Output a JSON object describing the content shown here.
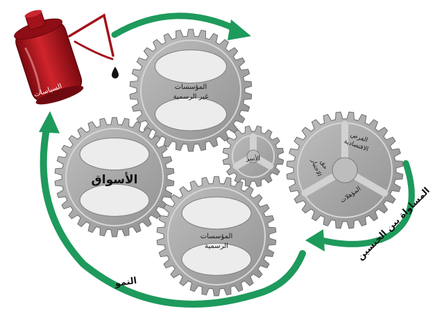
{
  "diagram": {
    "oil_can": {
      "label": "السياسات"
    },
    "gears": {
      "informal": {
        "line1": "المؤسسات",
        "line2": "غير الرسمية"
      },
      "markets": {
        "label": "الأسواق"
      },
      "households": {
        "label": "الأسر"
      },
      "formal": {
        "line1": "المؤسسات",
        "line2": "الرسمية"
      },
      "right_gear": {
        "spoke_top": {
          "line1": "الفرص",
          "line2": "الاقتصادية"
        },
        "spoke_left": {
          "line1": "حق",
          "line2": "الاختيار"
        },
        "spoke_bottom": {
          "line1": "المؤهلات"
        }
      }
    },
    "arrows": {
      "growth": {
        "label": "النمو"
      },
      "gender_equality": {
        "label": "المساواة بين الجنسين"
      }
    },
    "colors": {
      "gear_fill": "#a9a9a9",
      "gear_window": "#ececec",
      "arrow_green": "#1e9a5c",
      "oil_can_red": "#b3121b",
      "oil_drop": "#111111"
    }
  }
}
